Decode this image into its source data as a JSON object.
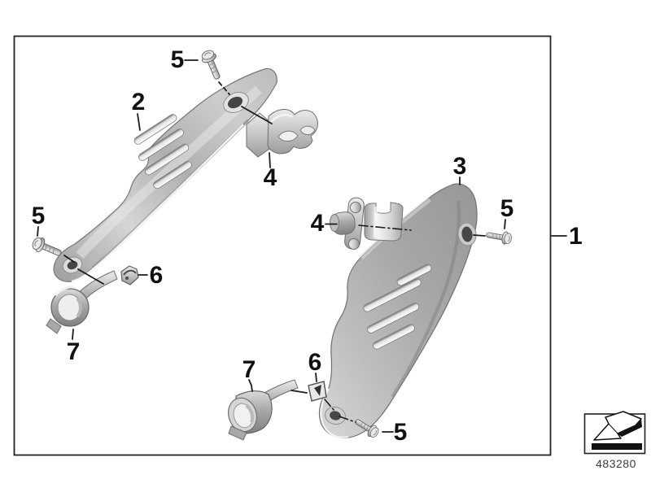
{
  "page": {
    "background": "#ffffff",
    "frame_color": "#222222",
    "line_color": "#1c1c1c"
  },
  "callouts": {
    "assembly": "1",
    "heat_shield_left": "2",
    "heat_shield_right": "3",
    "clamp_left": "4",
    "clamp_right": "4",
    "screw_top": "5",
    "screw_left": "5",
    "screw_right": "5",
    "screw_bottom": "5",
    "clip_left": "6",
    "clip_right": "6",
    "bracket_left": "7",
    "bracket_right": "7"
  },
  "footer": {
    "doc_number": "483280",
    "icon": "direction-arrow"
  },
  "palette": {
    "metal_light": "#e8e8e8",
    "metal_mid": "#b2b2b2",
    "metal_dark": "#8a8a8a"
  }
}
